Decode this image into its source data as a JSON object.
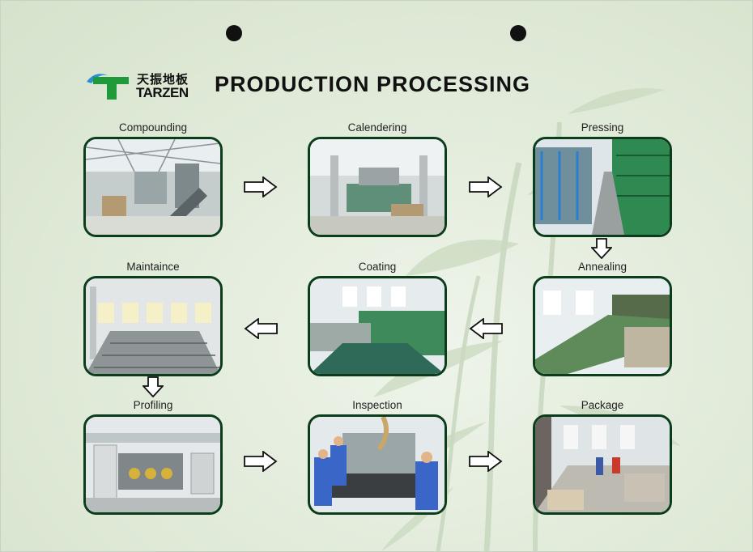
{
  "brand": {
    "chinese_name": "天振地板",
    "english_name": "TARZEN"
  },
  "title": "PRODUCTION PROCESSING",
  "steps": [
    {
      "label": "Compounding",
      "photo": "factory-compounding-photo"
    },
    {
      "label": "Calendering",
      "photo": "factory-calendering-photo"
    },
    {
      "label": "Pressing",
      "photo": "factory-pressing-photo"
    },
    {
      "label": "Annealing",
      "photo": "factory-annealing-photo"
    },
    {
      "label": "Coating",
      "photo": "factory-coating-photo"
    },
    {
      "label": "Maintaince",
      "photo": "factory-maintenance-photo"
    },
    {
      "label": "Profiling",
      "photo": "factory-profiling-photo"
    },
    {
      "label": "Inspection",
      "photo": "factory-inspection-photo"
    },
    {
      "label": "Package",
      "photo": "factory-package-photo"
    }
  ],
  "colors": {
    "background": "#e3ecdc",
    "frame": "#0b3d1a",
    "logo_green": "#1f9a3a",
    "logo_blue": "#2a8fd8",
    "text": "#111111"
  },
  "icons": [
    "right-arrow-icon",
    "left-arrow-icon",
    "down-arrow-icon",
    "tarzen-logo-icon",
    "hanging-hole-icon"
  ]
}
